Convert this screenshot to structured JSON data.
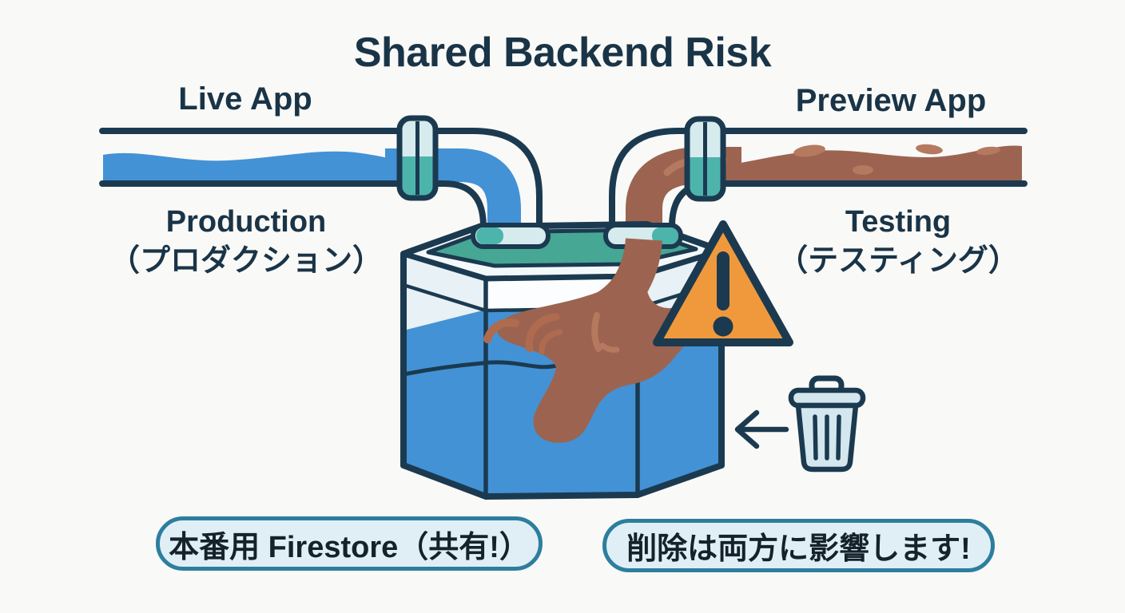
{
  "title": "Shared Backend Risk",
  "left_pipe": {
    "app_label": "Live App",
    "env_label": "Production",
    "env_label_ja": "（プロダクション）",
    "water": "clean"
  },
  "right_pipe": {
    "app_label": "Preview App",
    "env_label": "Testing",
    "env_label_ja": "（テスティング）",
    "water": "contaminated"
  },
  "callouts": {
    "database": "本番用 Firestore（共有!）",
    "warning": "削除は両方に影響します!"
  },
  "icons": {
    "warning": "warning-triangle",
    "trash": "trash-can",
    "arrow": "left-arrow-pointing-at-tank"
  },
  "colors": {
    "bg": "#f9f9f7",
    "navy": "#1b3a50",
    "text": "#1a3447",
    "water-blue": "#4392d6",
    "dirt": "#9c6450",
    "dirt-light": "#b5795f",
    "ripple": "#b06b4e",
    "teal": "#46a794",
    "coupling-teal": "#4db4ac",
    "coupling-light": "#d6ebee",
    "glass": "#e8f1f5",
    "rim": "#f3f9fb",
    "warning-orange": "#f0993c",
    "pill-fill": "#e0eff6",
    "pill-border": "#2d7e9e",
    "trash-fill": "#d4e7ee"
  }
}
